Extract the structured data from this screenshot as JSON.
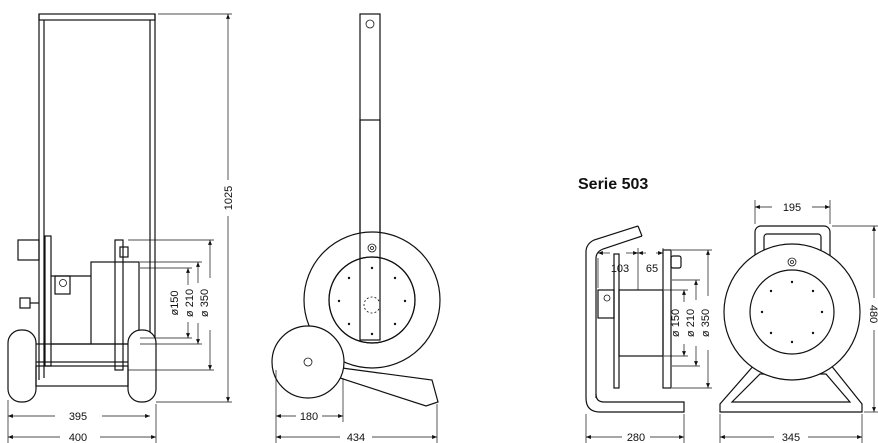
{
  "series_title": "Serie 503",
  "trolley_side": {
    "height": "1025",
    "width_inner": "395",
    "width_outer": "400",
    "d1": "ø150",
    "d2": "ø 210",
    "d3": "ø 350"
  },
  "trolley_front": {
    "wheel_offset": "180",
    "width": "434"
  },
  "reel_side": {
    "top_left": "103",
    "top_right": "65",
    "d1": "ø 150",
    "d2": "ø 210",
    "d3": "ø 350",
    "base_width": "280"
  },
  "reel_front": {
    "top_width": "195",
    "height": "480",
    "base_width": "345"
  }
}
